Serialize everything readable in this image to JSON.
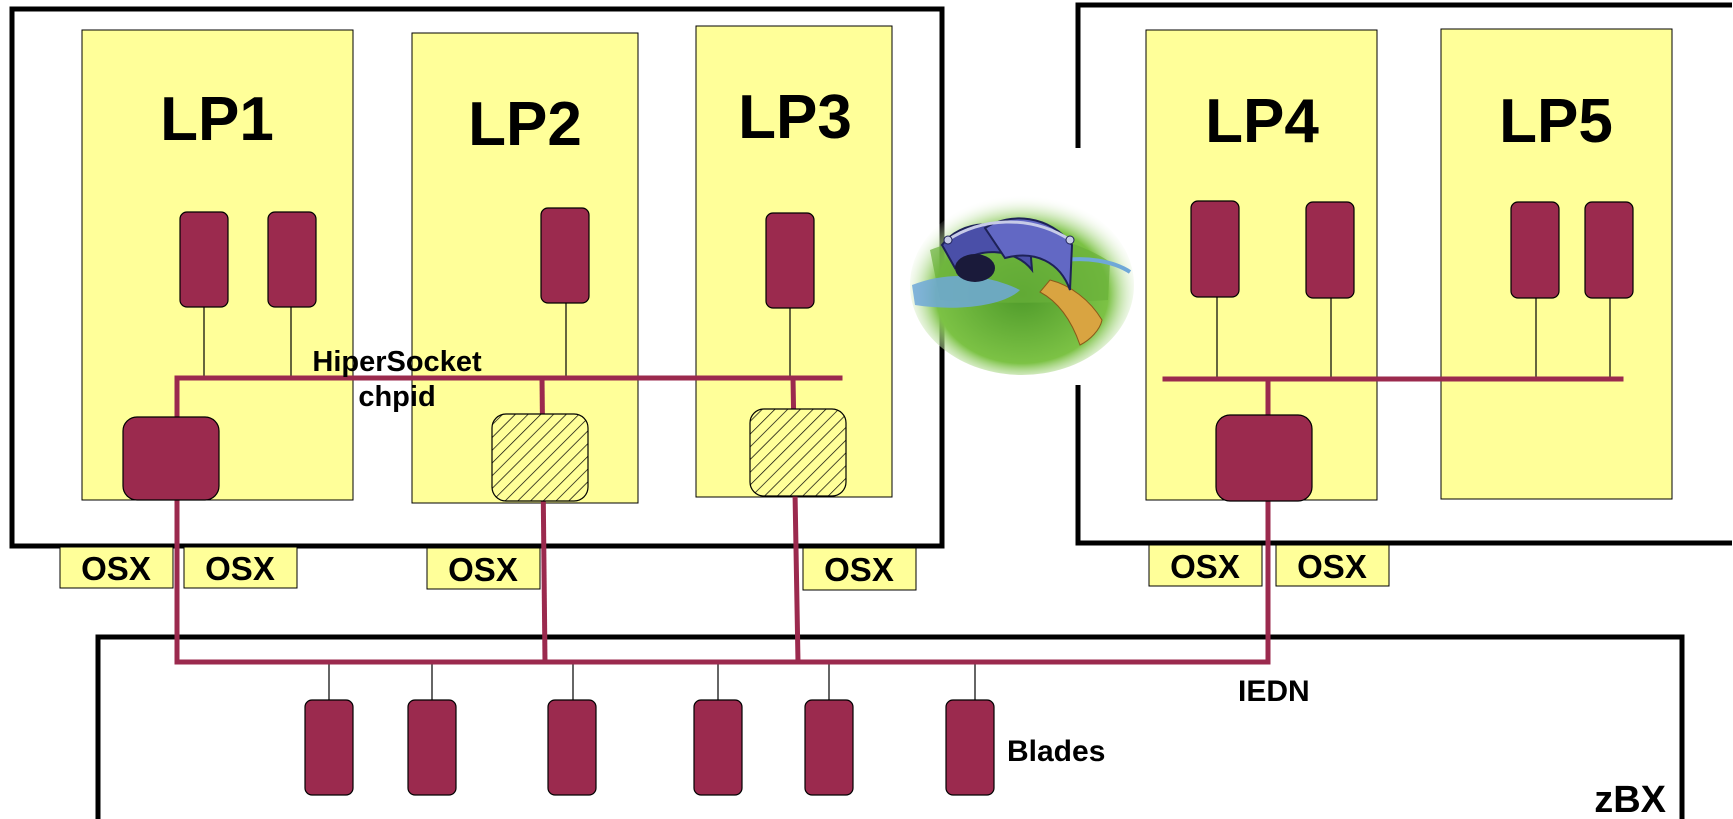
{
  "cpc_left": {
    "lpars": [
      {
        "label": "LP1"
      },
      {
        "label": "LP2"
      },
      {
        "label": "LP3"
      }
    ],
    "osx_labels": [
      "OSX",
      "OSX",
      "OSX",
      "OSX"
    ]
  },
  "cpc_right": {
    "lpars": [
      {
        "label": "LP4"
      },
      {
        "label": "LP5"
      }
    ],
    "osx_labels": [
      "OSX",
      "OSX"
    ]
  },
  "hipersocket": {
    "line1": "HiperSocket",
    "line2": "chpid"
  },
  "iedn_label": "IEDN",
  "blades_label": "Blades",
  "zbx_label": "zBX",
  "bridge_icon": "bridge-icon",
  "colors": {
    "lpar_fill": "#ffff99",
    "component": "#9b2a4e",
    "network_line": "#9b2a4e",
    "frame": "#000000"
  }
}
